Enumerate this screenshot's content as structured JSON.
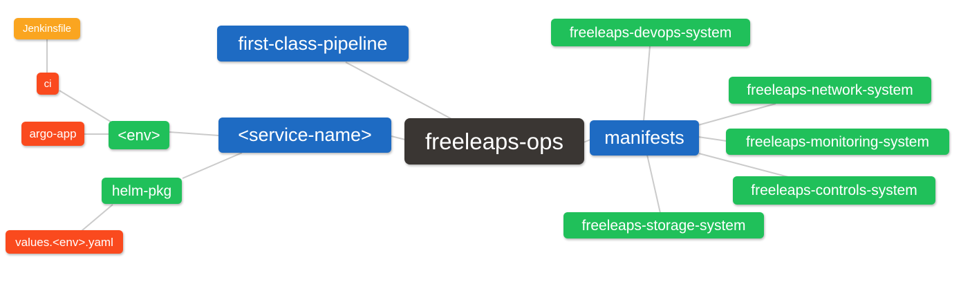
{
  "diagram": {
    "type": "mindmap",
    "root_label": "freeleaps-ops",
    "colors": {
      "root": "#3A3633",
      "level1": "#1E6BC3",
      "level2": "#20C05A",
      "level3": "#FA4A1E",
      "level4": "#FAA520",
      "edge": "#CBCBCB",
      "text": "#FFFFFF",
      "background": "#FFFFFF"
    },
    "nodes": [
      {
        "id": "jenkinsfile",
        "label": "Jenkinsfile",
        "level": "level4"
      },
      {
        "id": "ci",
        "label": "ci",
        "level": "level3"
      },
      {
        "id": "argo-app",
        "label": "argo-app",
        "level": "level3"
      },
      {
        "id": "env",
        "label": "<env>",
        "level": "level2"
      },
      {
        "id": "helm-pkg",
        "label": "helm-pkg",
        "level": "level2"
      },
      {
        "id": "values-env-yaml",
        "label": "values.<env>.yaml",
        "level": "level3"
      },
      {
        "id": "first-class-pipeline",
        "label": "first-class-pipeline",
        "level": "level1"
      },
      {
        "id": "service-name",
        "label": "<service-name>",
        "level": "level1"
      },
      {
        "id": "freeleaps-ops",
        "label": "freeleaps-ops",
        "level": "root"
      },
      {
        "id": "manifests",
        "label": "manifests",
        "level": "level1"
      },
      {
        "id": "freeleaps-devops-system",
        "label": "freeleaps-devops-system",
        "level": "level2"
      },
      {
        "id": "freeleaps-network-system",
        "label": "freeleaps-network-system",
        "level": "level2"
      },
      {
        "id": "freeleaps-monitoring-system",
        "label": "freeleaps-monitoring-system",
        "level": "level2"
      },
      {
        "id": "freeleaps-controls-system",
        "label": "freeleaps-controls-system",
        "level": "level2"
      },
      {
        "id": "freeleaps-storage-system",
        "label": "freeleaps-storage-system",
        "level": "level2"
      }
    ],
    "edges": [
      {
        "from": "ci",
        "to": "jenkinsfile"
      },
      {
        "from": "env",
        "to": "ci"
      },
      {
        "from": "env",
        "to": "argo-app"
      },
      {
        "from": "service-name",
        "to": "env"
      },
      {
        "from": "service-name",
        "to": "helm-pkg"
      },
      {
        "from": "helm-pkg",
        "to": "values-env-yaml"
      },
      {
        "from": "freeleaps-ops",
        "to": "service-name"
      },
      {
        "from": "freeleaps-ops",
        "to": "first-class-pipeline"
      },
      {
        "from": "freeleaps-ops",
        "to": "manifests"
      },
      {
        "from": "manifests",
        "to": "freeleaps-devops-system"
      },
      {
        "from": "manifests",
        "to": "freeleaps-network-system"
      },
      {
        "from": "manifests",
        "to": "freeleaps-monitoring-system"
      },
      {
        "from": "manifests",
        "to": "freeleaps-controls-system"
      },
      {
        "from": "manifests",
        "to": "freeleaps-storage-system"
      }
    ]
  }
}
